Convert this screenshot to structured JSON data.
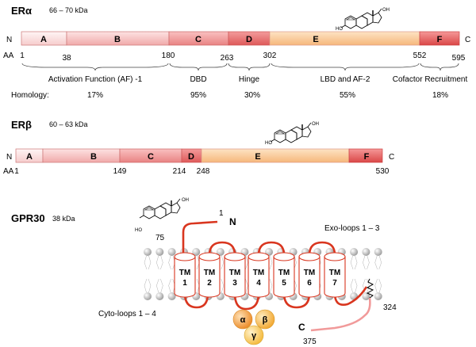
{
  "er_alpha": {
    "name": "ERα",
    "mass": "66 – 70 kDa",
    "n_term": "N",
    "c_term": "C",
    "aa_label": "AA",
    "domains": [
      "A",
      "B",
      "C",
      "D",
      "E",
      "F"
    ],
    "positions": [
      "1",
      "38",
      "180",
      "263",
      "302",
      "552",
      "595"
    ],
    "regions": [
      "Activation Function (AF) -1",
      "DBD",
      "Hinge",
      "LBD and AF-2",
      "Cofactor Recruitment"
    ],
    "homology_label": "Homology:",
    "homology": [
      "17%",
      "95%",
      "30%",
      "55%",
      "18%"
    ]
  },
  "er_beta": {
    "name": "ERβ",
    "mass": "60 – 63 kDa",
    "n_term": "N",
    "c_term": "C",
    "aa_label": "AA",
    "domains": [
      "A",
      "B",
      "C",
      "D",
      "E",
      "F"
    ],
    "positions": [
      "1",
      "149",
      "214",
      "248",
      "530"
    ]
  },
  "gpr30": {
    "name": "GPR30",
    "mass": "38 kDa",
    "n_term_label": "N",
    "n_pos": "1",
    "pos_75": "75",
    "exo_loops": "Exo-loops 1 – 3",
    "cyto_loops": "Cyto-loops 1 – 4",
    "pos_324": "324",
    "c_term_label": "C",
    "pos_375": "375",
    "tm_label": "TM",
    "tm_numbers": [
      "1",
      "2",
      "3",
      "4",
      "5",
      "6",
      "7"
    ],
    "g_protein": [
      "α",
      "β",
      "γ"
    ]
  },
  "ligand": {
    "oh_label": "OH",
    "ho_label": "HO"
  },
  "colors": {
    "domain_A": "#fde4e4",
    "domain_B": "#f9c5c5",
    "domain_C": "#f39b9b",
    "domain_D": "#ec7272",
    "domain_E": "#fbcf9e",
    "domain_F": "#ee6a6a",
    "loop_red": "#d9361f",
    "c_tail": "#f19a9a",
    "g_alpha": "#f5a23a",
    "g_beta": "#f7b741",
    "g_gamma": "#f9c94c"
  }
}
